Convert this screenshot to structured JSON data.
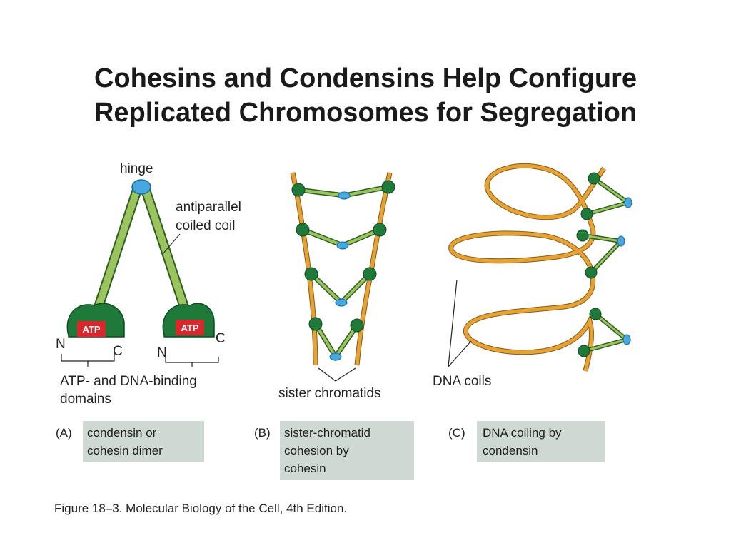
{
  "title": {
    "line1": "Cohesins and Condensins Help Configure",
    "line2": "Replicated Chromosomes for Segregation"
  },
  "panel_a": {
    "hinge": "hinge",
    "coil_label_1": "antiparallel",
    "coil_label_2": "coiled coil",
    "atp": "ATP",
    "n": "N",
    "c": "C",
    "domains_1": "ATP- and DNA-binding",
    "domains_2": "domains",
    "letter": "(A)",
    "box_1": "condensin or",
    "box_2": "cohesin dimer"
  },
  "panel_b": {
    "sister_label": "sister chromatids",
    "letter": "(B)",
    "box_1": "sister-chromatid",
    "box_2": "cohesion by",
    "box_3": "cohesin"
  },
  "panel_c": {
    "dna_label": "DNA coils",
    "letter": "(C)",
    "box_1": "DNA coiling by",
    "box_2": "condensin"
  },
  "source": "Figure 18–3. Molecular Biology of the Cell, 4th Edition.",
  "colors": {
    "protein_green": "#1f7a3a",
    "coil_green": "#9cc45e",
    "hinge_blue": "#45a8e0",
    "atp_red": "#d8282e",
    "dna_orange": "#e6a335",
    "caption_box": "#cfd9d4"
  }
}
